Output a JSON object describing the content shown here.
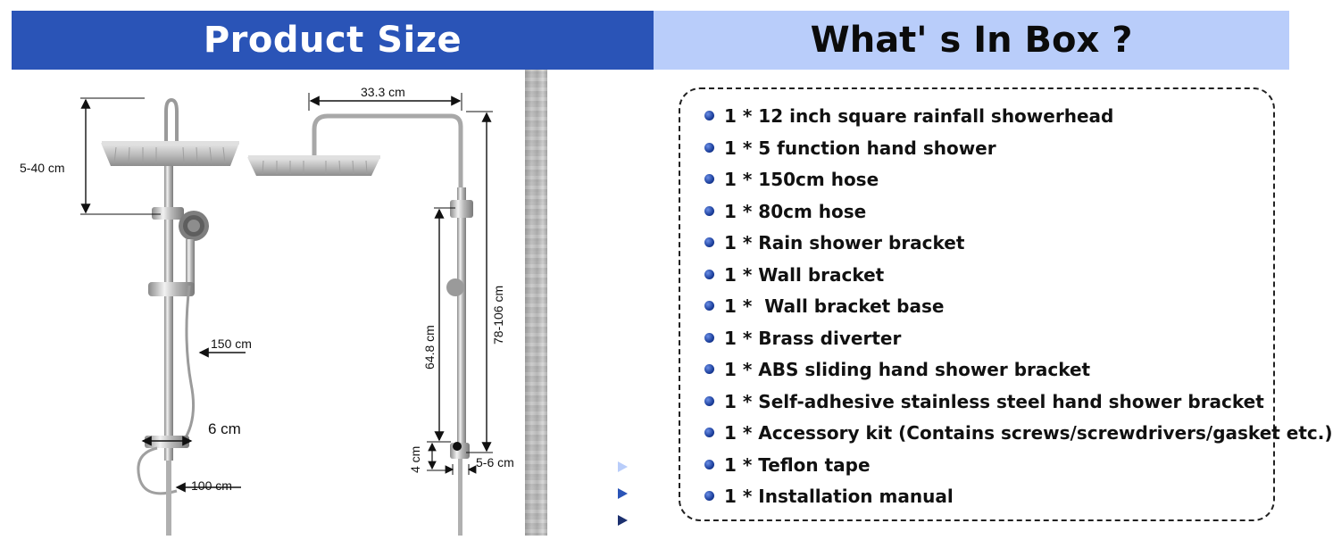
{
  "headers": {
    "product_size": "Product Size",
    "whats_in_box": "What' s In Box ?"
  },
  "dimensions": {
    "left": {
      "head_height": "5-40 cm",
      "hose_long": "150 cm",
      "diverter_width": "6 cm",
      "hose_short": "100 cm"
    },
    "right": {
      "arm_length": "33.3 cm",
      "total_height": "78-106 cm",
      "bar_height": "64.8 cm",
      "base_offset": "4 cm",
      "inlet_spacing": "5-6 cm"
    }
  },
  "box_items": [
    "1 * 12 inch square rainfall showerhead",
    "1 * 5 function hand shower",
    "1 * 150cm hose",
    "1 * 80cm hose",
    "1 * Rain shower bracket",
    "1 * Wall bracket",
    "1 *  Wall bracket base",
    "1 * Brass diverter",
    "1 * ABS sliding hand shower bracket",
    "1 * Self-adhesive stainless steel hand shower bracket",
    "1 * Accessory kit (Contains screws/screwdrivers/gasket etc.)",
    "1 * Teflon tape",
    "1 * Installation manual"
  ],
  "colors": {
    "header_left_bg": "#2a54b7",
    "header_right_bg": "#b9cdfa",
    "bullet": "#1c3f9c"
  }
}
